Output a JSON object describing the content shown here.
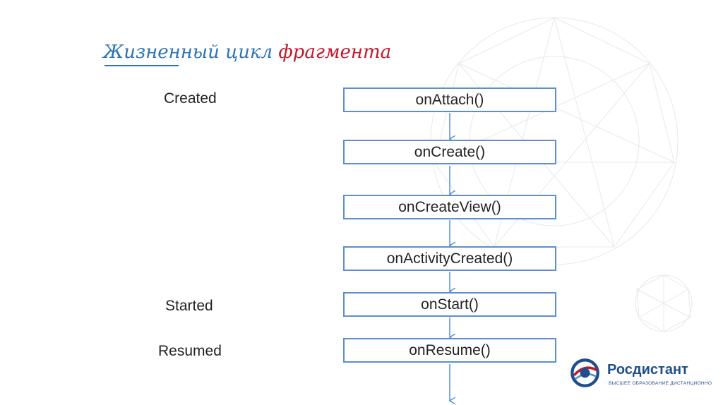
{
  "title": {
    "part1": "Жизненный цикл",
    "part2": "фрагмента"
  },
  "states": {
    "created": "Created",
    "started": "Started",
    "resumed": "Resumed"
  },
  "callbacks": [
    "onAttach()",
    "onCreate()",
    "onCreateView()",
    "onActivityCreated()",
    "onStart()",
    "onResume()"
  ],
  "logo": {
    "name": "Росдистант",
    "tagline": "ВЫСШЕЕ ОБРАЗОВАНИЕ ДИСТАНЦИОННО"
  },
  "colors": {
    "title_blue": "#2e74b5",
    "title_red": "#c0192c",
    "box_border": "#5b8fd1",
    "arrow": "#5b8fd1",
    "logo_blue": "#1f4e8c",
    "logo_red": "#c0192c"
  }
}
